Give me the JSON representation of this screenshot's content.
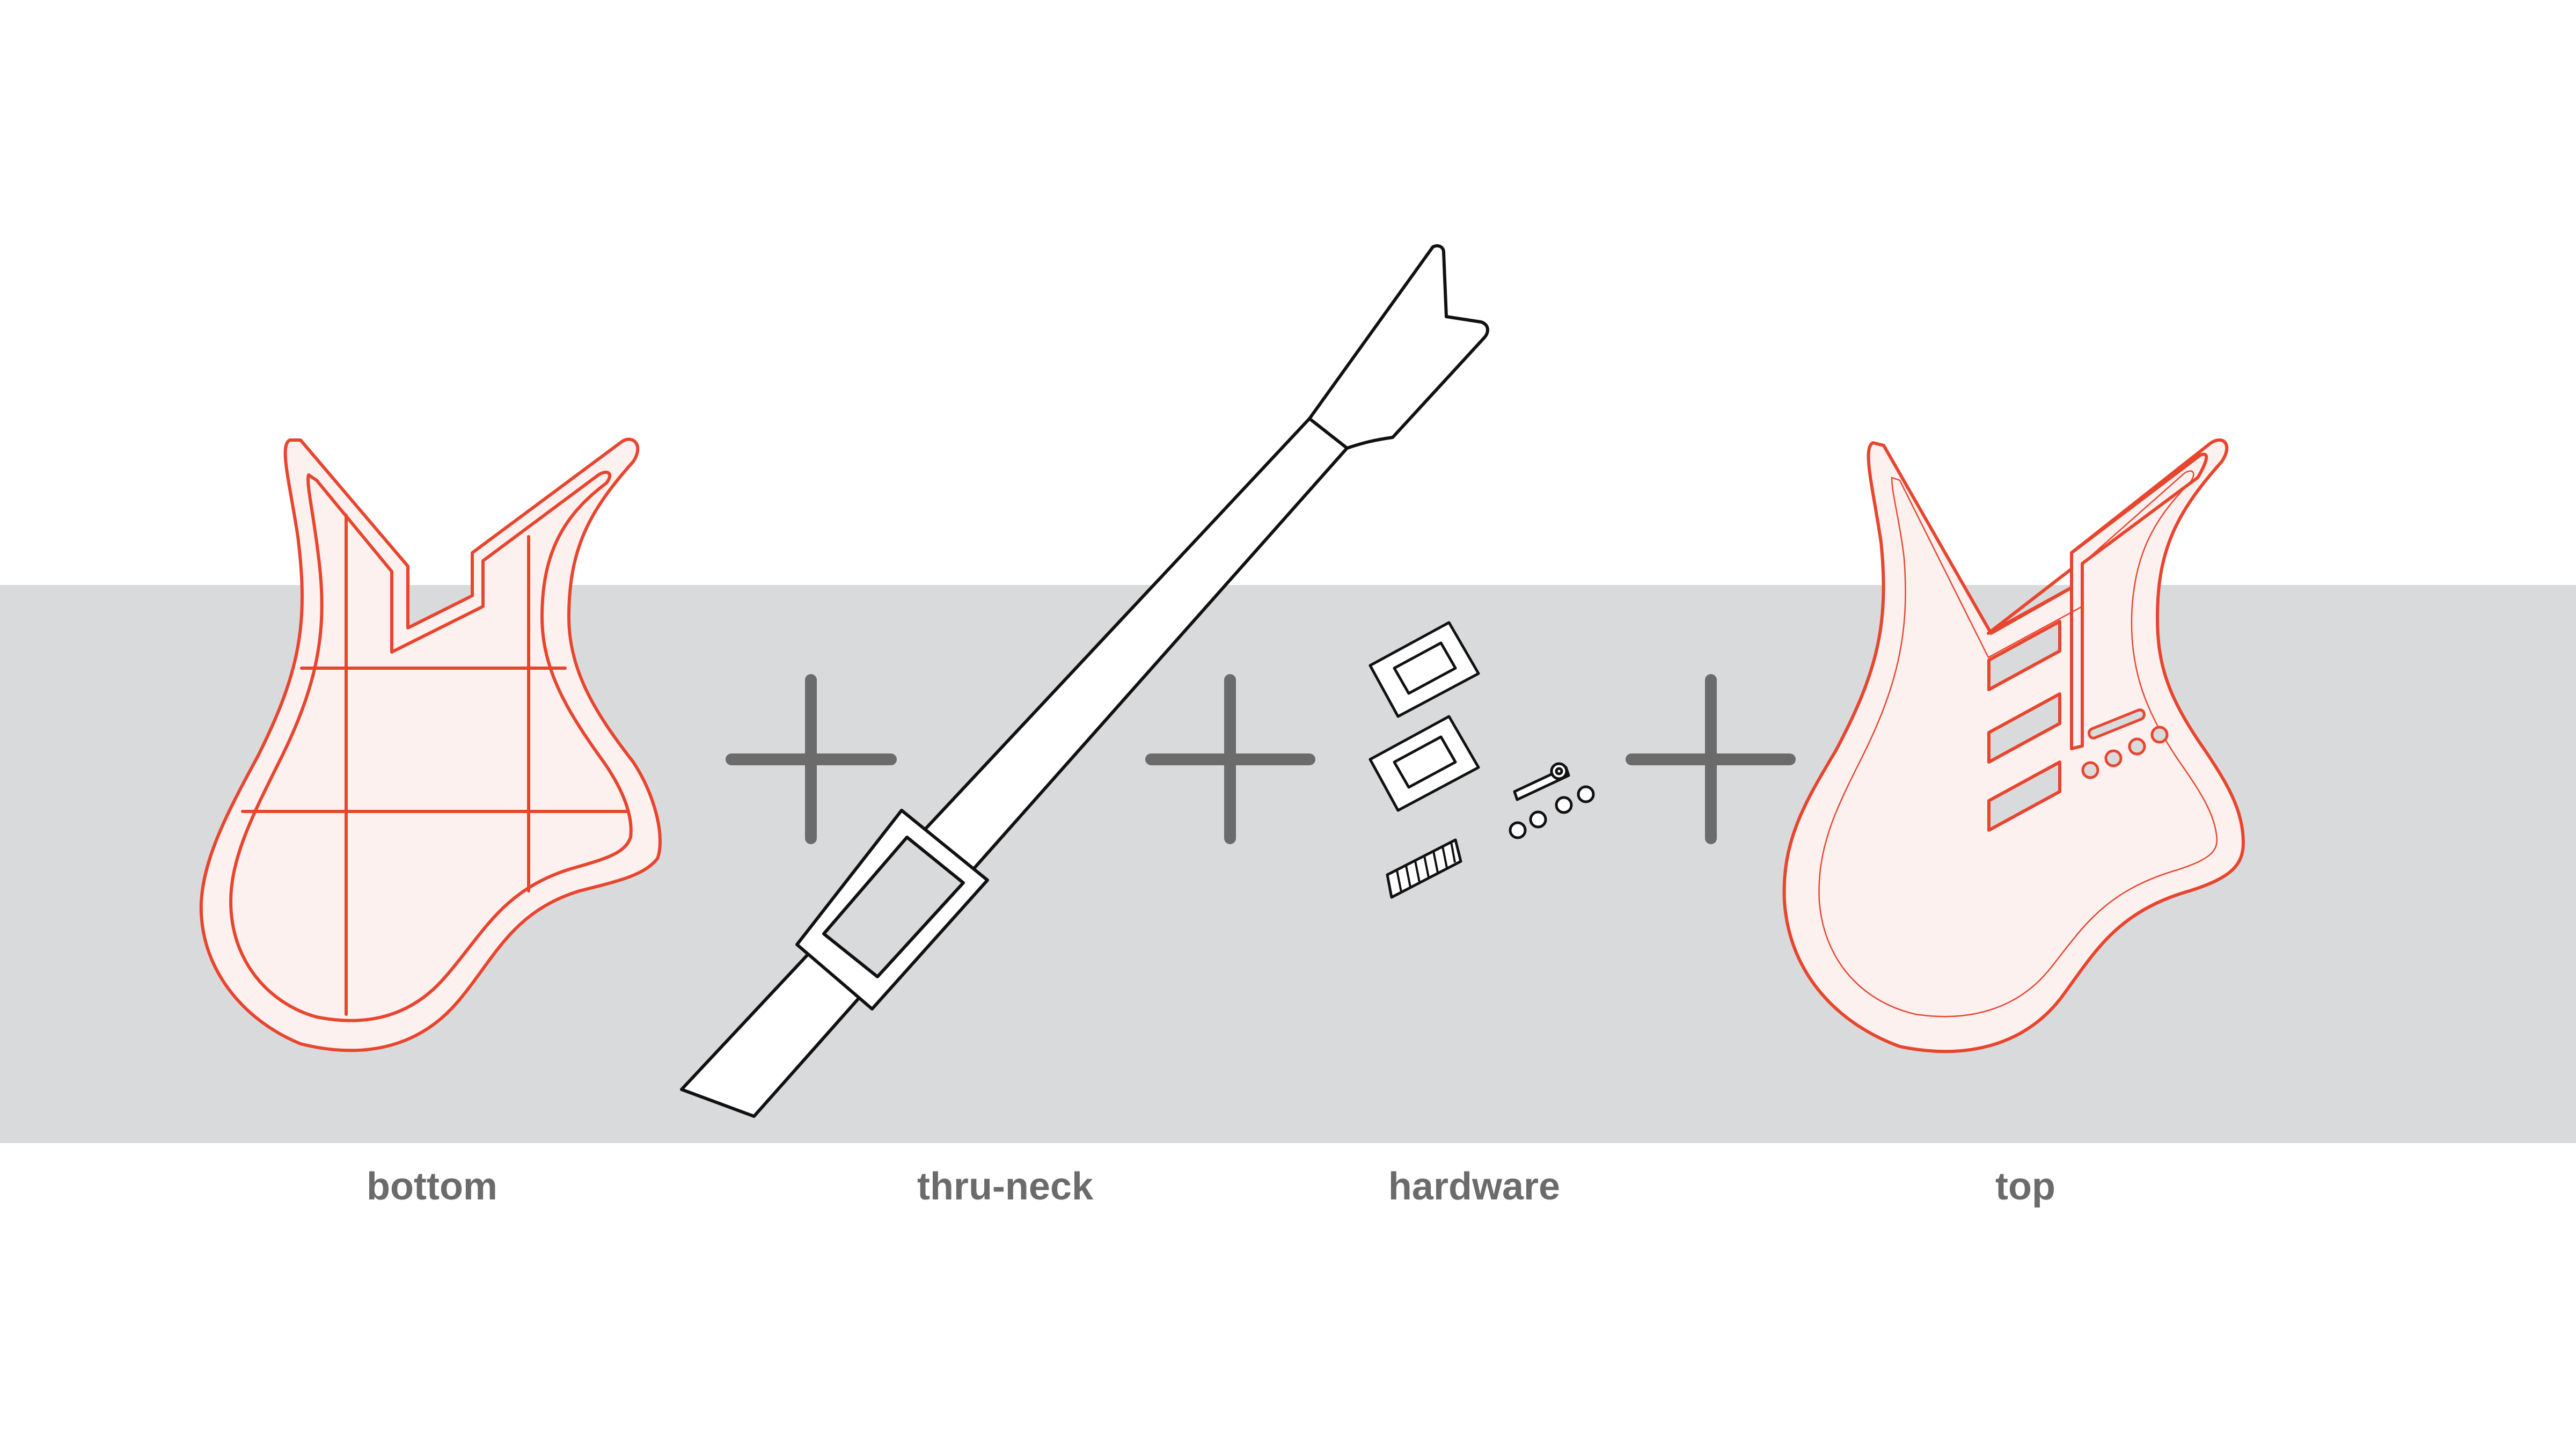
{
  "labels": {
    "bottom": "bottom",
    "thru_neck": "thru-neck",
    "hardware": "hardware",
    "top": "top"
  },
  "colors": {
    "background": "#ffffff",
    "band": "#d9dadc",
    "plus": "#6b6b6b",
    "body_outline": "#e8452e",
    "body_fill": "#fdf1f0",
    "cavity_fill": "#d9dadc",
    "line": "#111111",
    "label": "#6b6b6b"
  },
  "icons": {
    "operator_1": "plus-icon",
    "operator_2": "plus-icon",
    "operator_3": "plus-icon"
  }
}
